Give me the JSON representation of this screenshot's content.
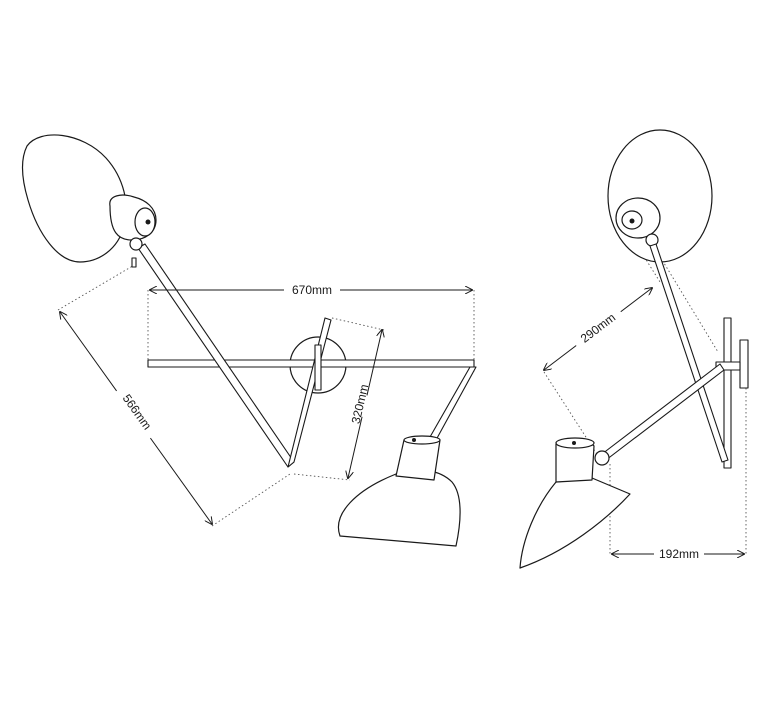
{
  "dimensions": {
    "width_label": "670mm",
    "drop_label": "320mm",
    "diagonal_label": "566mm",
    "side_arm_label": "290mm",
    "projection_label": "192mm"
  },
  "colors": {
    "line": "#1a1a1a",
    "guide": "#555555",
    "background": "#ffffff"
  }
}
